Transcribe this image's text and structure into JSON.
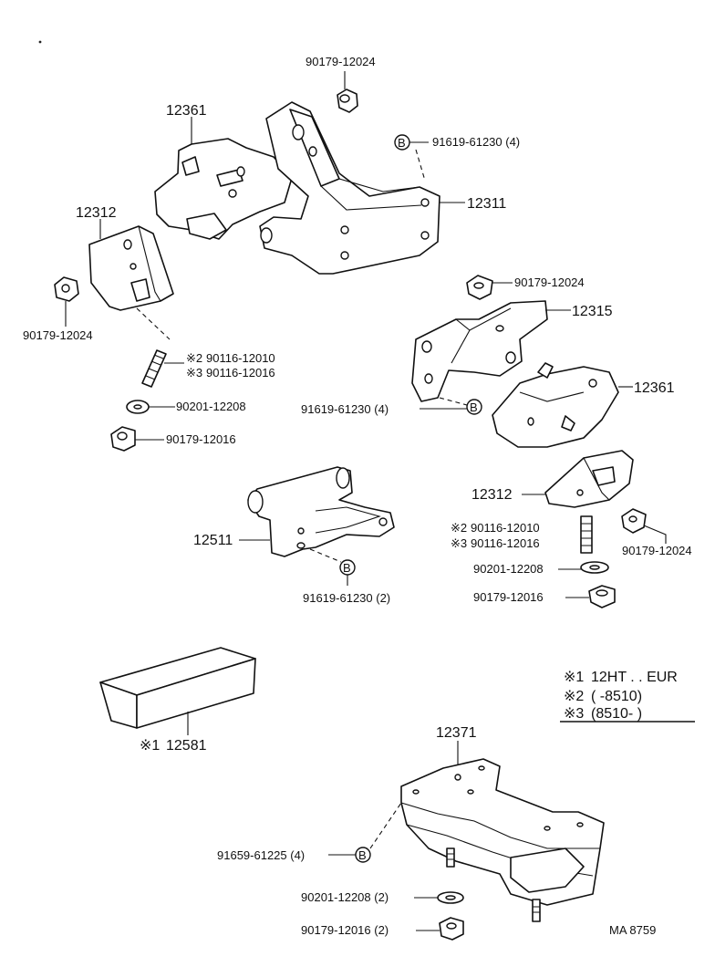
{
  "labels": {
    "p_90179_12024_top": "90179-12024",
    "p_12361_top": "12361",
    "p_91619_61230_4_top": "91619-61230 (4)",
    "p_12311": "12311",
    "p_12312_left": "12312",
    "p_90179_12024_left": "90179-12024",
    "p_90116_12010_left": "90116-12010",
    "p_90116_12016_left": "90116-12016",
    "p_90201_12208_left": "90201-12208",
    "p_90179_12016_left": "90179-12016",
    "p_90179_12024_right": "90179-12024",
    "p_12315": "12315",
    "p_12361_right": "12361",
    "p_91619_61230_4_mid": "91619-61230 (4)",
    "p_12312_right": "12312",
    "p_90116_12010_right": "90116-12010",
    "p_90116_12016_right": "90116-12016",
    "p_90179_12024_right2": "90179-12024",
    "p_90201_12208_right": "90201-12208",
    "p_90179_12016_right": "90179-12016",
    "p_12511": "12511",
    "p_91619_61230_2": "91619-61230 (2)",
    "p_12581": "12581",
    "p_12371": "12371",
    "p_91659_61225_4": "91659-61225 (4)",
    "p_90201_12208_2": "90201-12208 (2)",
    "p_90179_12016_2": "90179-12016 (2)",
    "bolt_code": "B",
    "mark_2": "※2",
    "mark_3": "※3",
    "mark_1": "※1",
    "figure_code": "MA  8759"
  },
  "notes": [
    {
      "mark": "※1",
      "text": "12HT . . EUR"
    },
    {
      "mark": "※2",
      "text": "(        -8510)"
    },
    {
      "mark": "※3",
      "text": "(8510-        )"
    }
  ]
}
